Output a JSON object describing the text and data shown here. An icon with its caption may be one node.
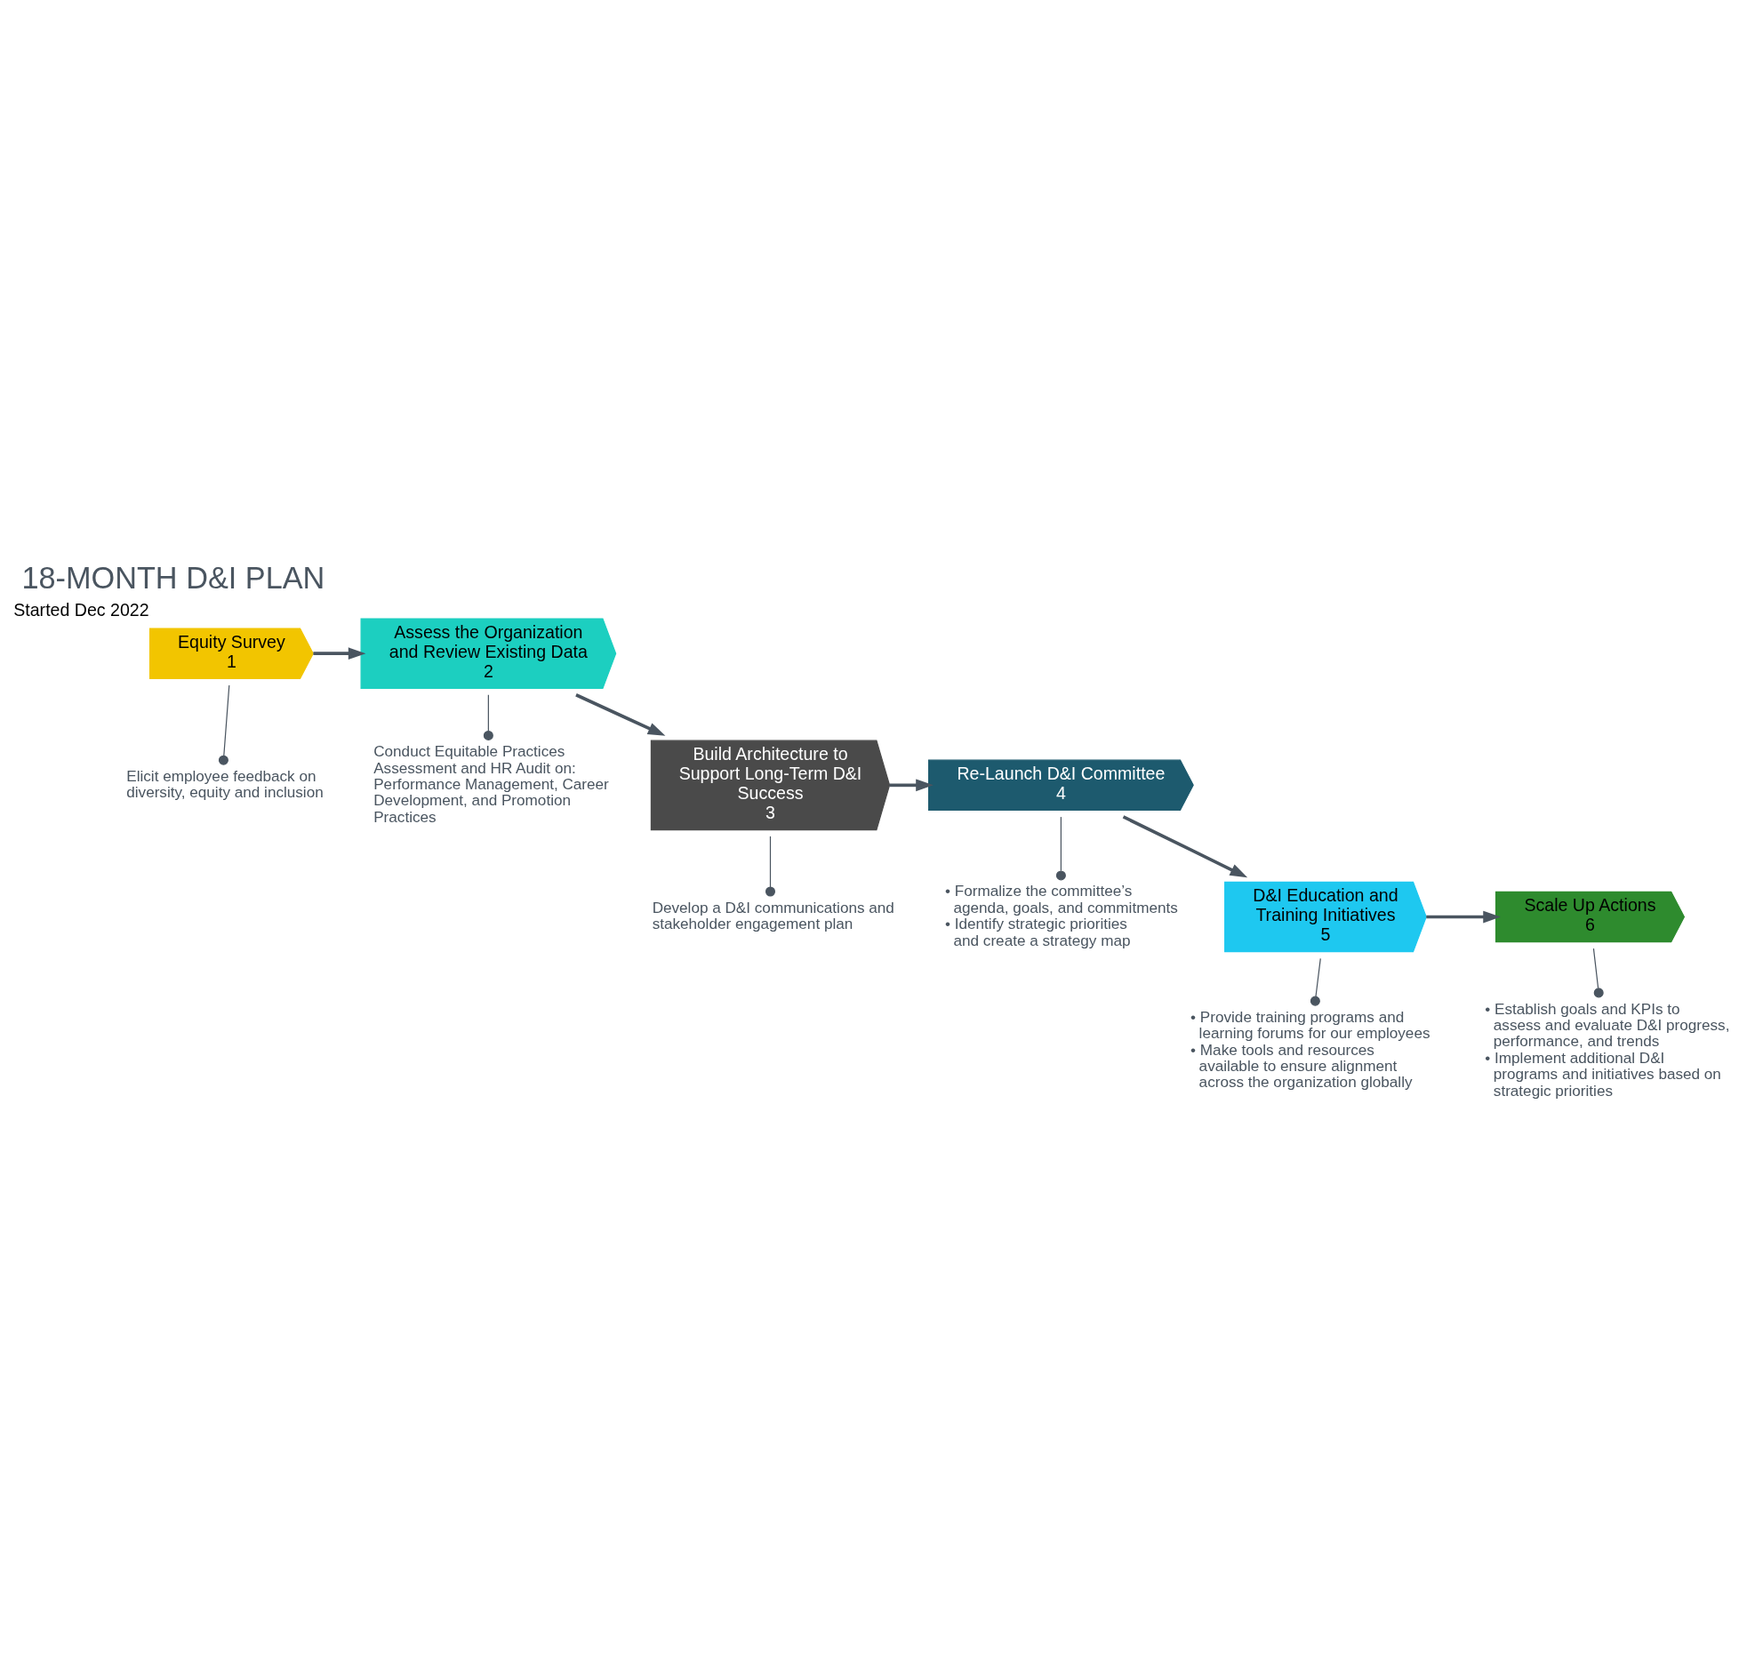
{
  "diagram": {
    "title": "18-MONTH D&I PLAN",
    "nodes": [
      {
        "text": [
          "Equity Survey",
          "1"
        ],
        "beside": [
          "Started Dec 2022"
        ]
      },
      {
        "text": [
          "Elicit employee feedback on diversity, equity and inclusion"
        ]
      },
      {
        "text": [
          "Assess the Organization and Review Existing Data",
          "2"
        ]
      },
      {
        "text": [
          "Conduct Equitable Practices Assessment and HR Audit on: Performance Management, Career Development, and Promotion Practices"
        ]
      },
      {
        "text": [
          "Build Architecture to Support Long-Term D&I Success",
          "3"
        ]
      },
      {
        "text": [
          "Develop a D&I communications and stakeholder engagement plan"
        ]
      },
      {
        "text": [
          "Re-Launch D&I Committee",
          "4"
        ]
      },
      {
        "text": [
          "• Formalize the committee’s agenda, goals, and commitments",
          "• Identify strategic priorities and create a strategy map"
        ]
      },
      {
        "text": [
          "D&I Education and Training Initiatives",
          "5"
        ]
      },
      {
        "text": [
          "• Provide training programs and learning forums for our employees",
          "• Make tools and resources available to ensure alignment across the organization globally"
        ]
      },
      {
        "text": [
          "Scale Up Actions",
          "6"
        ]
      },
      {
        "text": [
          "• Establish goals and KPIs to assess and evaluate D&I progress, performance, and trends",
          "• Implement additional D&I programs and initiatives based on strategic priorities"
        ]
      }
    ],
    "edges": [
      {
        "from": 0,
        "to": 2,
        "arrow": "to"
      },
      {
        "from": 2,
        "to": 4,
        "arrow": "to"
      },
      {
        "from": 4,
        "to": 6,
        "arrow": "to"
      },
      {
        "from": 6,
        "to": 8,
        "arrow": "to"
      },
      {
        "from": 8,
        "to": 10,
        "arrow": "to"
      },
      {
        "from": 0,
        "to": 1,
        "arrow": "other"
      },
      {
        "from": 2,
        "to": 3,
        "arrow": "other"
      },
      {
        "from": 4,
        "to": 5,
        "arrow": "other"
      },
      {
        "from": 6,
        "to": 7,
        "arrow": "other"
      },
      {
        "from": 8,
        "to": 9,
        "arrow": "other"
      },
      {
        "from": 10,
        "to": 11,
        "arrow": "other"
      }
    ]
  }
}
